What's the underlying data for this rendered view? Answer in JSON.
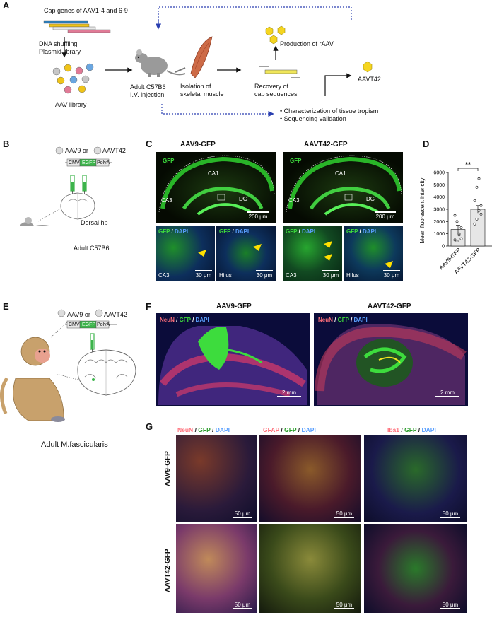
{
  "panels": {
    "A": "A",
    "B": "B",
    "C": "C",
    "D": "D",
    "E": "E",
    "F": "F",
    "G": "G"
  },
  "panelA": {
    "cap_genes": "Cap genes of AAV1-4 and 6-9",
    "dna_shuffling": "DNA shuffling",
    "plasmid_library": "Plasmid library",
    "aav_library": "AAV library",
    "adult_line1": "Adult C57B6",
    "adult_line2": "I.V. injection",
    "isolation_line1": "Isolation of",
    "isolation_line2": "skeletal muscle",
    "recovery_line1": "Recovery of",
    "recovery_line2": "cap sequences",
    "production": "Production of rAAV",
    "aavt42": "AAVT42",
    "bullet1": "Characterization of tissue tropism",
    "bullet2": "Sequencing validation"
  },
  "panelB": {
    "aav9_or": "AAV9 or",
    "aavt42": "AAVT42",
    "cmv": "CMV",
    "egfp": "EGFP",
    "polya": "PolyA",
    "dorsal": "Dorsal hp",
    "adult": "Adult C57B6"
  },
  "panelC": {
    "title_left": "AAV9-GFP",
    "title_right": "AAVT42-GFP",
    "gfp": "GFP",
    "ca1": "CA1",
    "ca3": "CA3",
    "dg": "DG",
    "scale_200": "200 μm",
    "gfp_part": "GFP",
    "slash": " / ",
    "dapi_part": "DAPI",
    "ca3_small": "CA3",
    "hilus": "Hilus",
    "scale_30": "30 μm"
  },
  "panelE": {
    "aav9_or": "AAV9 or",
    "aavt42": "AAVT42",
    "cmv": "CMV",
    "egfp": "EGFP",
    "polya": "PolyA",
    "adult": "Adult M.fascicularis"
  },
  "panelF": {
    "title_left": "AAV9-GFP",
    "title_right": "AAVT42-GFP",
    "neun": "NeuN",
    "gfp": "GFP",
    "dapi": "DAPI",
    "slash": " / ",
    "scale_2mm": "2 mm"
  },
  "panelG": {
    "neun": "NeuN",
    "gfap": "GFAP",
    "iba1": "Iba1",
    "gfp": "GFP",
    "dapi": "DAPI",
    "slash": " / ",
    "row1": "AAV9-GFP",
    "row2": "AAVT42-GFP",
    "scale_50": "50 μm"
  },
  "colors": {
    "gfp_green": "#3ddc3d",
    "dapi_blue": "#5aa0ff",
    "neun_red": "#ff6f7a",
    "arrow_blue": "#2a3fb0",
    "plasmid_bars": [
      "#2c7bb6",
      "#f0c419",
      "#e8e8e8",
      "#e07a96"
    ]
  },
  "chart_data": {
    "type": "bar",
    "categories": [
      "AAV9-GFP",
      "AAVT42-GFP"
    ],
    "values": [
      1350,
      3000
    ],
    "errors": [
      350,
      300
    ],
    "points": [
      [
        500,
        400,
        1000,
        1500,
        2500,
        2000,
        900,
        600
      ],
      [
        1800,
        2200,
        2900,
        3300,
        3700,
        4800,
        5500,
        2600
      ]
    ],
    "ylabel": "Mean fluorescent intencity",
    "yticks": [
      0,
      1000,
      2000,
      3000,
      4000,
      5000,
      6000
    ],
    "ylim": [
      0,
      6000
    ],
    "significance": "**"
  }
}
